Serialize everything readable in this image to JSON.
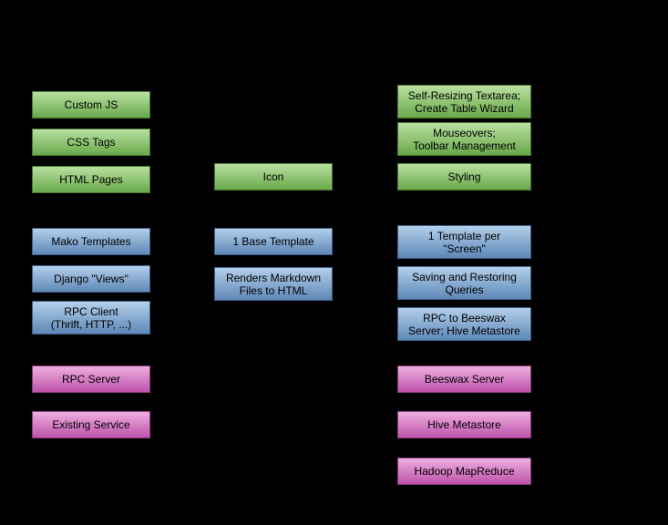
{
  "diagram": {
    "background_color": "#000000",
    "colors": {
      "green_top": "#b9e0a0",
      "green_bottom": "#68a94a",
      "green_border": "#46772f",
      "blue_top": "#b3cfe9",
      "blue_bottom": "#5e88b8",
      "blue_border": "#3c5e88",
      "magenta_top": "#edaede",
      "magenta_bottom": "#bf53ac",
      "magenta_border": "#88387b"
    },
    "boxes": [
      {
        "label": "Custom JS"
      },
      {
        "label": "CSS Tags"
      },
      {
        "label": "HTML Pages"
      },
      {
        "label": "Mako Templates"
      },
      {
        "label": "Django \"Views\""
      },
      {
        "label": "RPC Client\n(Thrift, HTTP, ...)"
      },
      {
        "label": "RPC Server"
      },
      {
        "label": "Existing Service"
      },
      {
        "label": "Icon"
      },
      {
        "label": "1 Base Template"
      },
      {
        "label": "Renders Markdown\nFiles to HTML"
      },
      {
        "label": "Self-Resizing Textarea;\nCreate Table Wizard"
      },
      {
        "label": "Mouseovers;\nToolbar Management"
      },
      {
        "label": "Styling"
      },
      {
        "label": "1 Template per\n\"Screen\""
      },
      {
        "label": "Saving and Restoring\nQueries"
      },
      {
        "label": "RPC to Beeswax\nServer; Hive Metastore"
      },
      {
        "label": "Beeswax Server"
      },
      {
        "label": "Hive Metastore"
      },
      {
        "label": "Hadoop MapReduce"
      }
    ]
  }
}
